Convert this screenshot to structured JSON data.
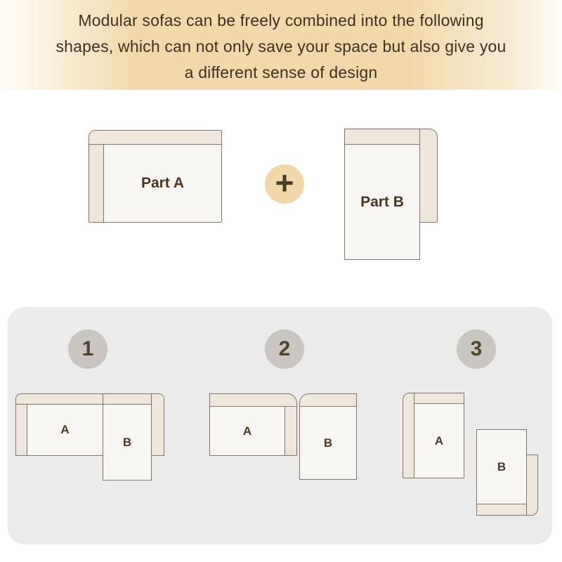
{
  "header": {
    "lines": [
      "Modular sofas can be freely combined into the following",
      "shapes, which can not only save your space but also give you",
      "a different sense of design"
    ]
  },
  "parts": {
    "a": {
      "label": "Part A"
    },
    "b": {
      "label": "Part B"
    },
    "plus": "+"
  },
  "panel": {
    "combinations": [
      {
        "number": "1",
        "a": "A",
        "b": "B"
      },
      {
        "number": "2",
        "a": "A",
        "b": "B"
      },
      {
        "number": "3",
        "a": "A",
        "b": "B"
      }
    ]
  },
  "colors": {
    "banner_center": "#f2d8aa",
    "banner_edge": "#fffef9",
    "banner_text": "#3e3021",
    "line": "#7d7569",
    "seat": "#f8f6f2",
    "cushion": "#efe7db",
    "label": "#4a3622",
    "panel": "#ebebeb",
    "badge_bg": "#c9c6c1",
    "badge_text": "#53432a",
    "plus_bg": "#f2d8a9",
    "plus_glyph": "#4e3d25"
  }
}
